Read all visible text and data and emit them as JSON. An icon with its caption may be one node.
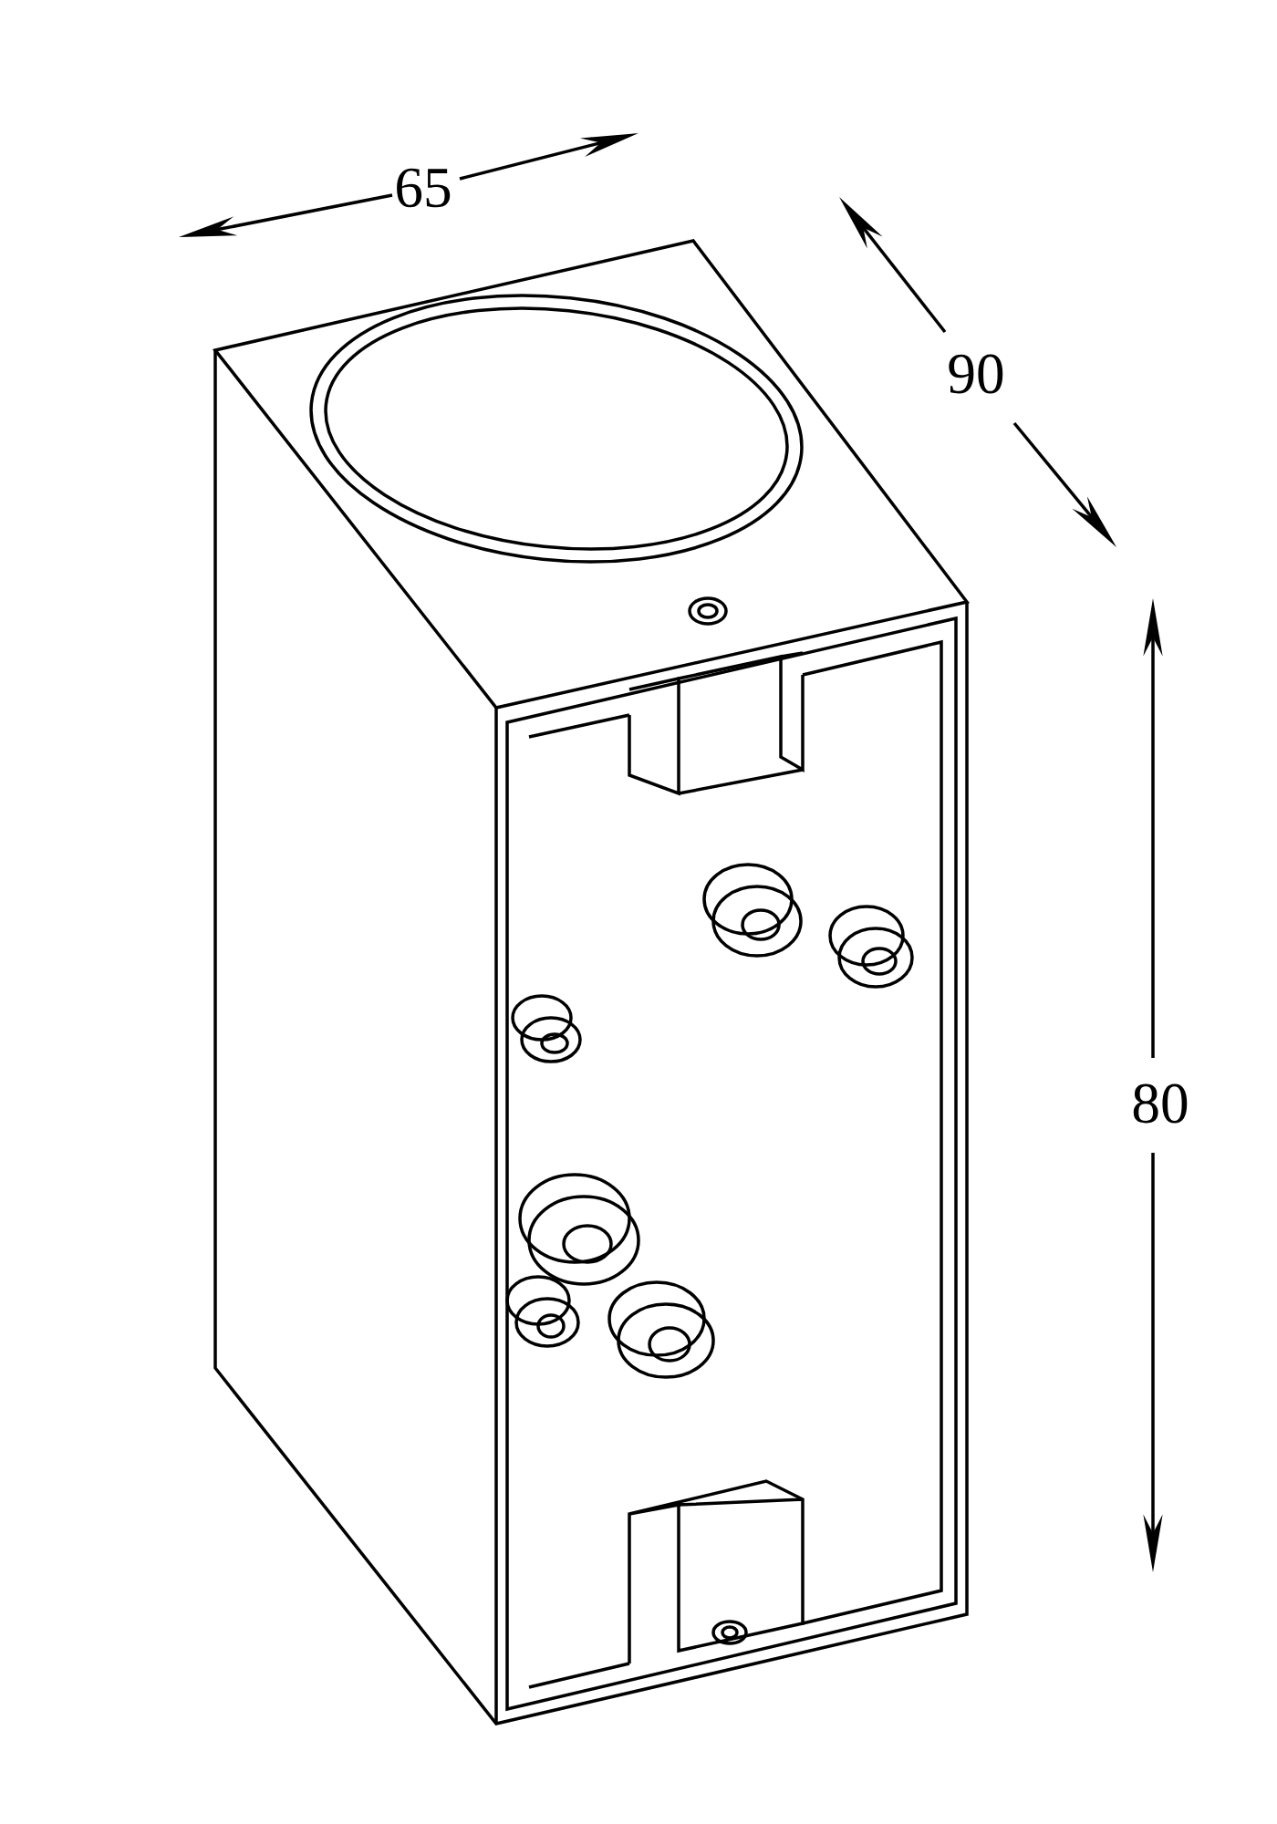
{
  "diagram": {
    "labels": [
      "65",
      "90",
      "80"
    ]
  }
}
